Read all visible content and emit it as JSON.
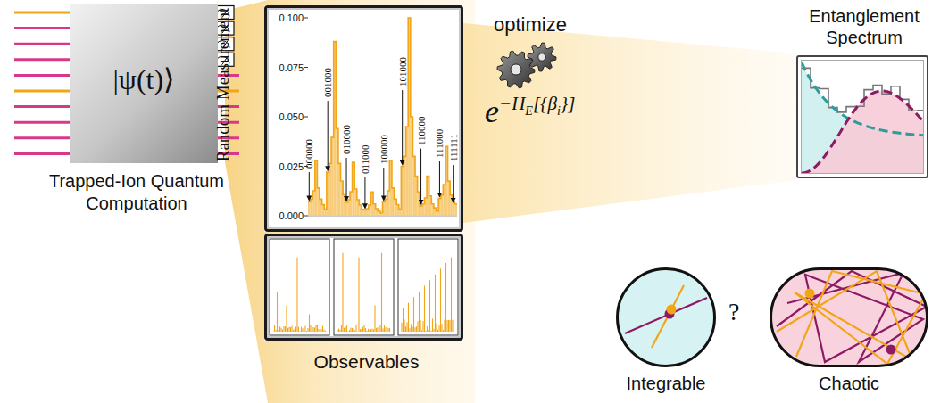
{
  "diagram": {
    "nodes": [
      {
        "text": [
          "|ψ(t)⟩",
          "Trapped-Ion Quantum Computation"
        ]
      },
      {
        "text": [
          "Random Measurement"
        ]
      },
      {
        "text": [
          "Observables"
        ]
      },
      {
        "text": [
          "Entanglement Spectrum"
        ]
      },
      {
        "text": [
          "Integrable"
        ]
      },
      {
        "text": [
          "Chaotic"
        ]
      }
    ],
    "labels": [
      "0.100",
      "0.075",
      "0.050",
      "0.025",
      "0.000",
      "000000",
      "001000",
      "010000",
      "011000",
      "100000",
      "101000",
      "110000",
      "111000",
      "111111",
      "optimize",
      "e",
      "−H",
      "E",
      "[{β",
      "i",
      "}]",
      "?"
    ]
  }
}
